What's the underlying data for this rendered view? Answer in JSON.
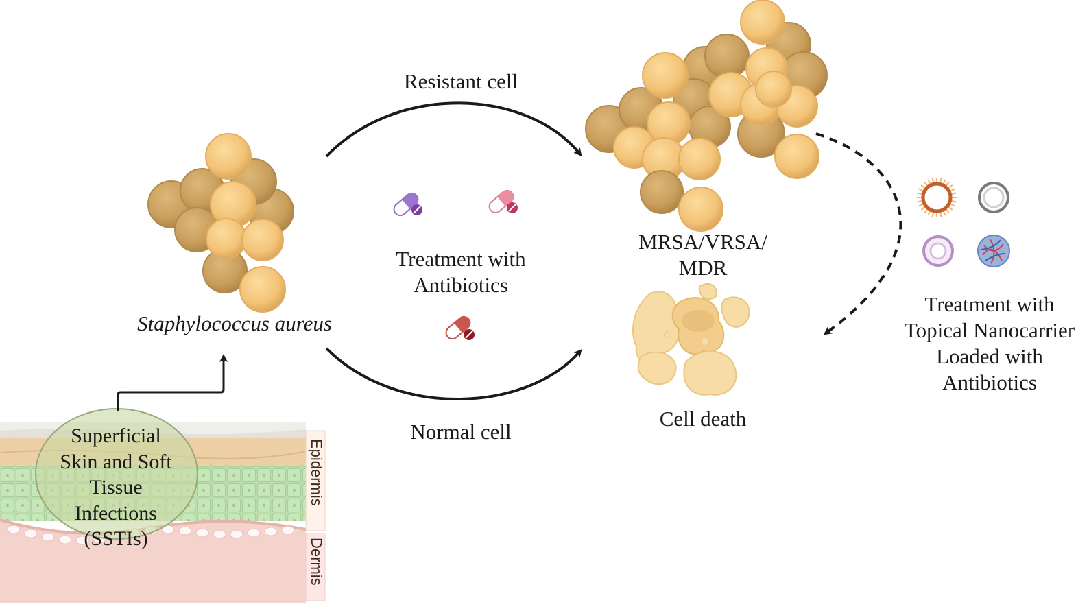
{
  "labels": {
    "resistant": "Resistant cell",
    "normal": "Normal cell",
    "treatment": [
      "Treatment with",
      "Antibiotics"
    ],
    "organism": "Staphylococcus aureus",
    "resistance": [
      "MRSA/VRSA/",
      "MDR"
    ],
    "cell_death": "Cell death",
    "nano": [
      "Treatment with",
      "Topical Nanocarrier",
      "Loaded with",
      "Antibiotics"
    ],
    "infection": [
      "Superficial",
      "Skin and Soft",
      "Tissue",
      "Infections",
      "(SSTIs)"
    ],
    "epidermis": "Epidermis",
    "dermis": "Dermis"
  },
  "colors": {
    "cell_light": "#f6c97e",
    "cell_mid": "#e8b86a",
    "cell_dark": "#c9a060",
    "arrow": "#1a1a1a",
    "dead_cell": "#f7dca5",
    "skin_green": "#b8dcaa",
    "skin_tan": "#e9c99c",
    "dermis_pink": "#f3c9c3"
  }
}
